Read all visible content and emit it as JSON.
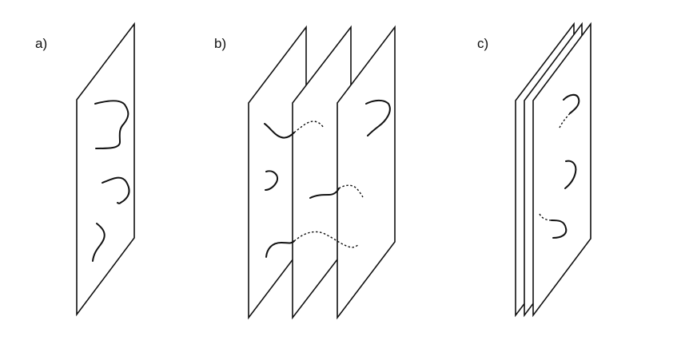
{
  "panels": {
    "a": {
      "label": "a)"
    },
    "b": {
      "label": "b)"
    },
    "c": {
      "label": "c)"
    }
  },
  "colors": {
    "line": "#111111",
    "background": "#ffffff"
  }
}
